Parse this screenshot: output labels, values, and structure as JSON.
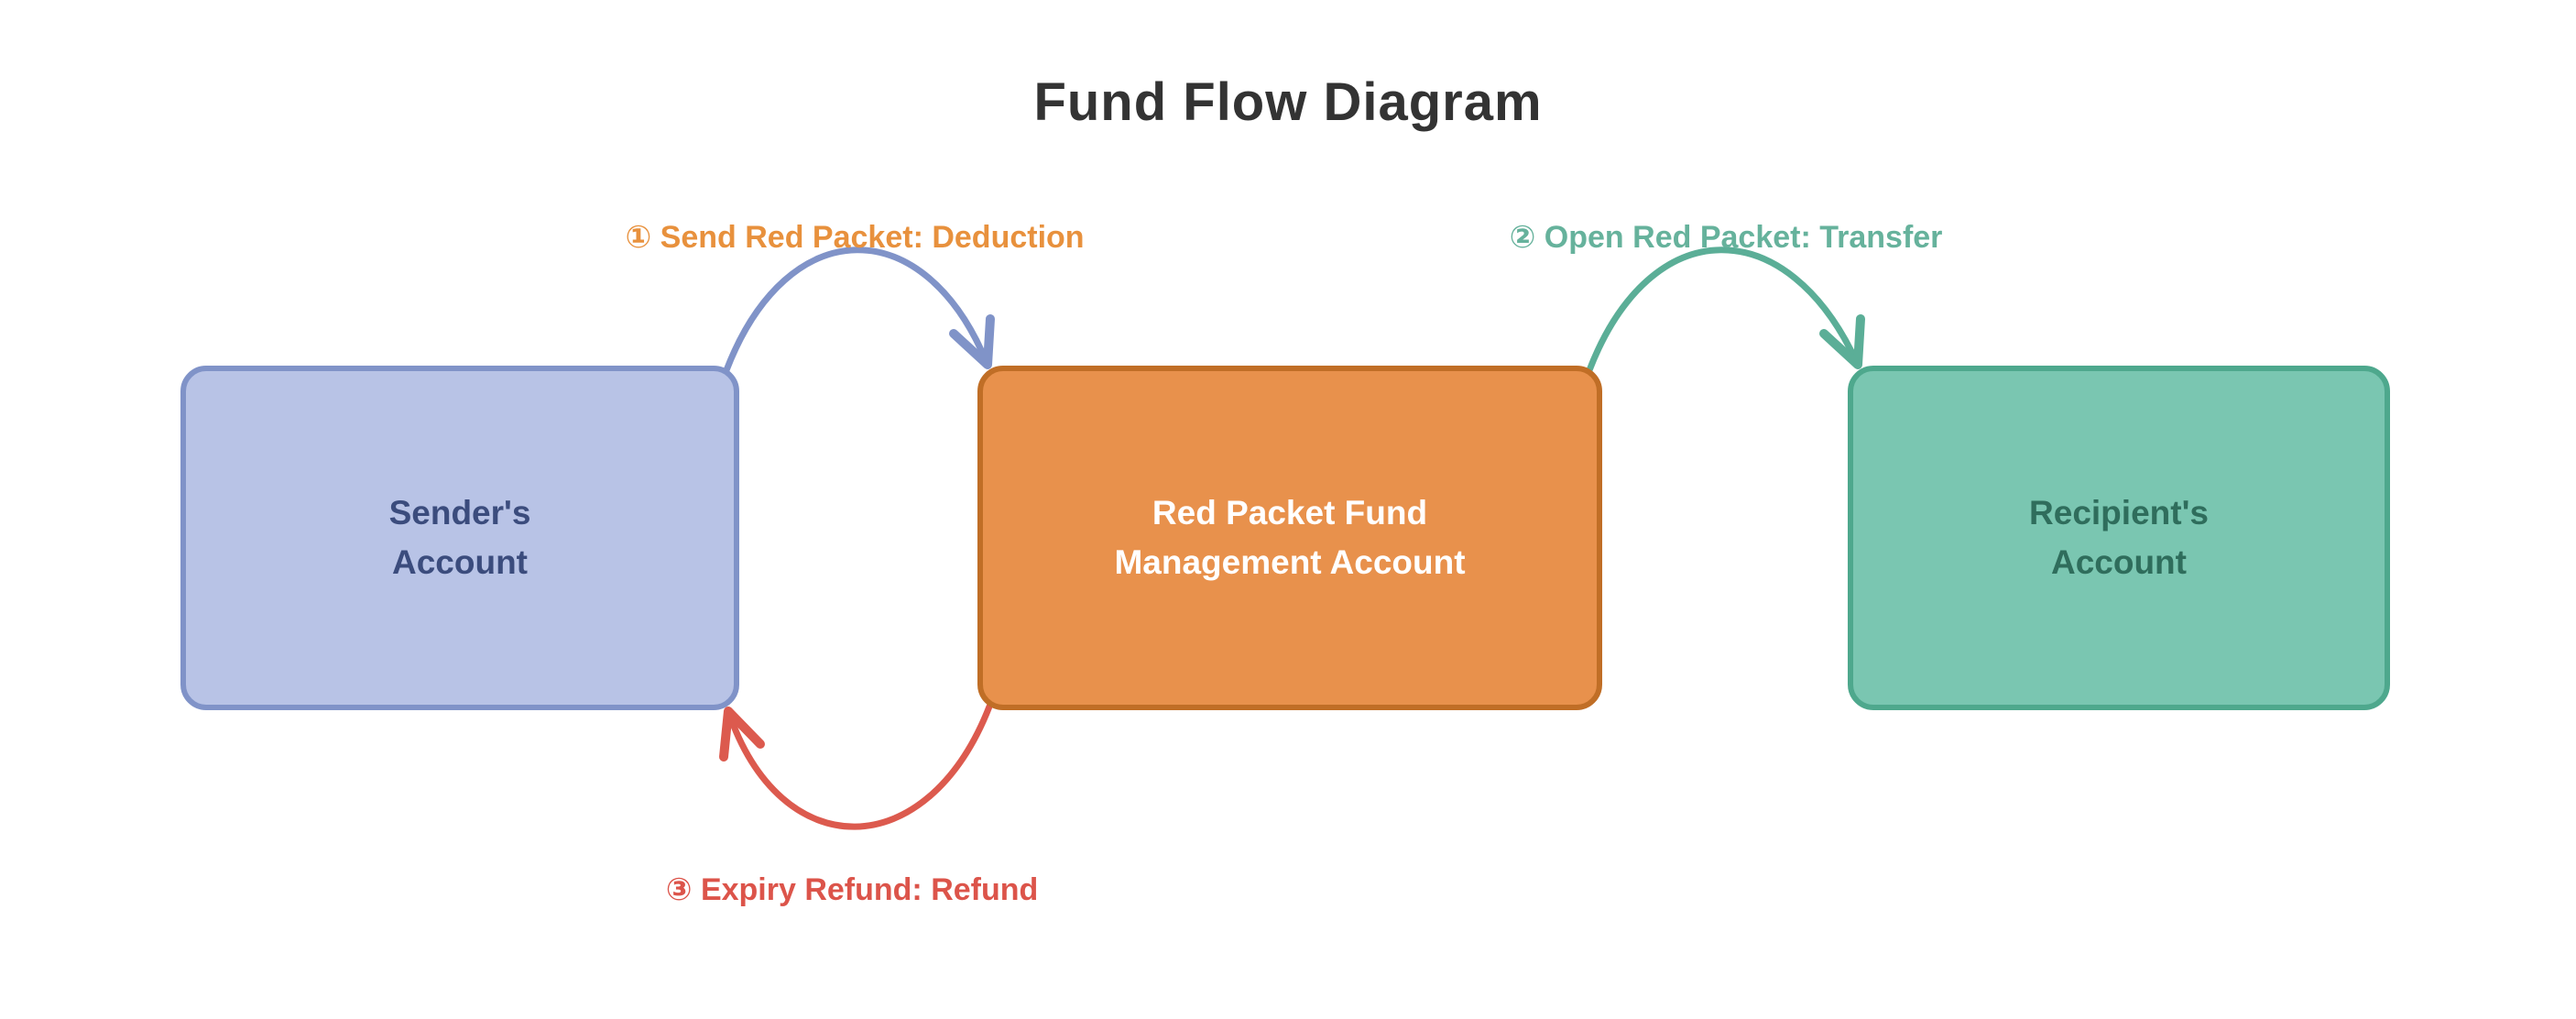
{
  "diagram": {
    "title": "Fund Flow Diagram",
    "nodes": [
      {
        "id": "sender",
        "label": "Sender's\nAccount",
        "fill": "#b8c3e6",
        "border": "#8093c8",
        "text_color": "#3b4c7d"
      },
      {
        "id": "fund",
        "label": "Red Packet Fund\nManagement Account",
        "fill": "#e8914c",
        "border": "#c06e26",
        "text_color": "#ffffff"
      },
      {
        "id": "recipient",
        "label": "Recipient's\nAccount",
        "fill": "#7ac6b1",
        "border": "#4ea88d",
        "text_color": "#2f6d5c"
      }
    ],
    "edges": [
      {
        "label": "① Send Red Packet: Deduction",
        "label_color": "#e8913d",
        "arrow_color": "#8093c8",
        "from": "Sender's Account",
        "to": "Red Packet Fund Management Account"
      },
      {
        "label": "② Open Red Packet: Transfer",
        "label_color": "#66b29c",
        "arrow_color": "#5bae97",
        "from": "Red Packet Fund Management Account",
        "to": "Recipient's Account"
      },
      {
        "label": "③ Expiry Refund: Refund",
        "label_color": "#dc544a",
        "arrow_color": "#dc5a4e",
        "from": "Red Packet Fund Management Account",
        "to": "Sender's Account"
      }
    ],
    "title_color": "#333333",
    "background_color": "#ffffff"
  }
}
